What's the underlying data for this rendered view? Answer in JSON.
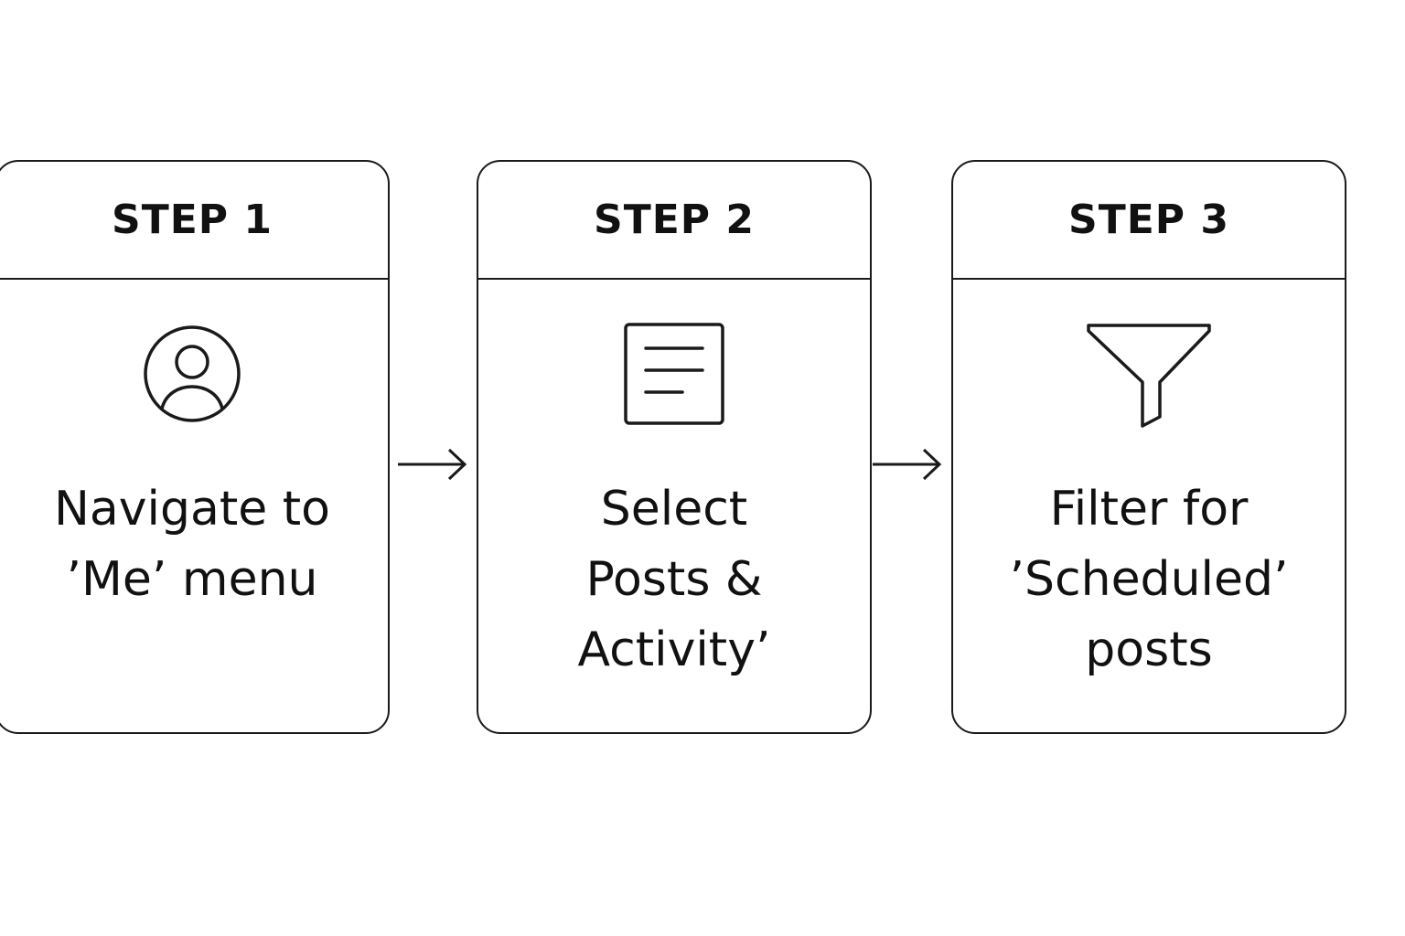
{
  "steps": [
    {
      "label": "STEP 1",
      "icon": "user-profile-icon",
      "text_lines": [
        "Navigate to",
        "’Me’ menu"
      ]
    },
    {
      "label": "STEP 2",
      "icon": "document-icon",
      "text_lines": [
        "Select",
        "Posts &",
        "Activity’"
      ]
    },
    {
      "label": "STEP 3",
      "icon": "filter-funnel-icon",
      "text_lines": [
        "Filter for",
        "’Scheduled’",
        "posts"
      ]
    }
  ],
  "colors": {
    "stroke": "#1a1a1a",
    "background": "#ffffff",
    "text": "#111111"
  }
}
